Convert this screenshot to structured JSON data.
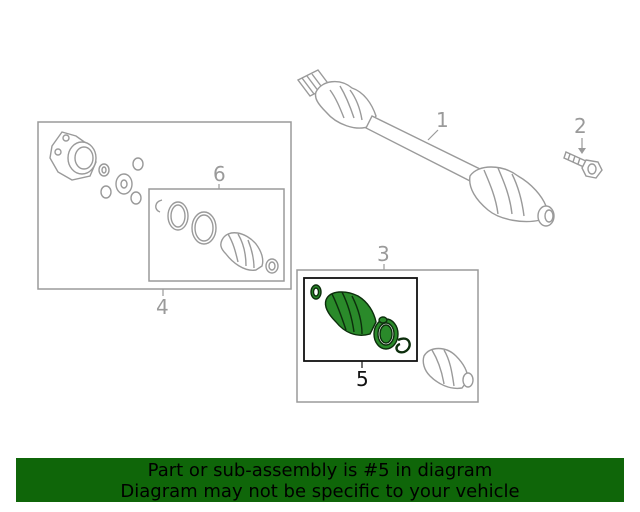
{
  "callouts": {
    "c1": "1",
    "c2": "2",
    "c3": "3",
    "c4": "4",
    "c5": "5",
    "c6": "6"
  },
  "banner": {
    "line1": "Part or sub-assembly is #5 in diagram",
    "line2": "Diagram may not be specific to your vehicle",
    "color": "#0f6609"
  },
  "highlight_color": "#2a8a2a"
}
